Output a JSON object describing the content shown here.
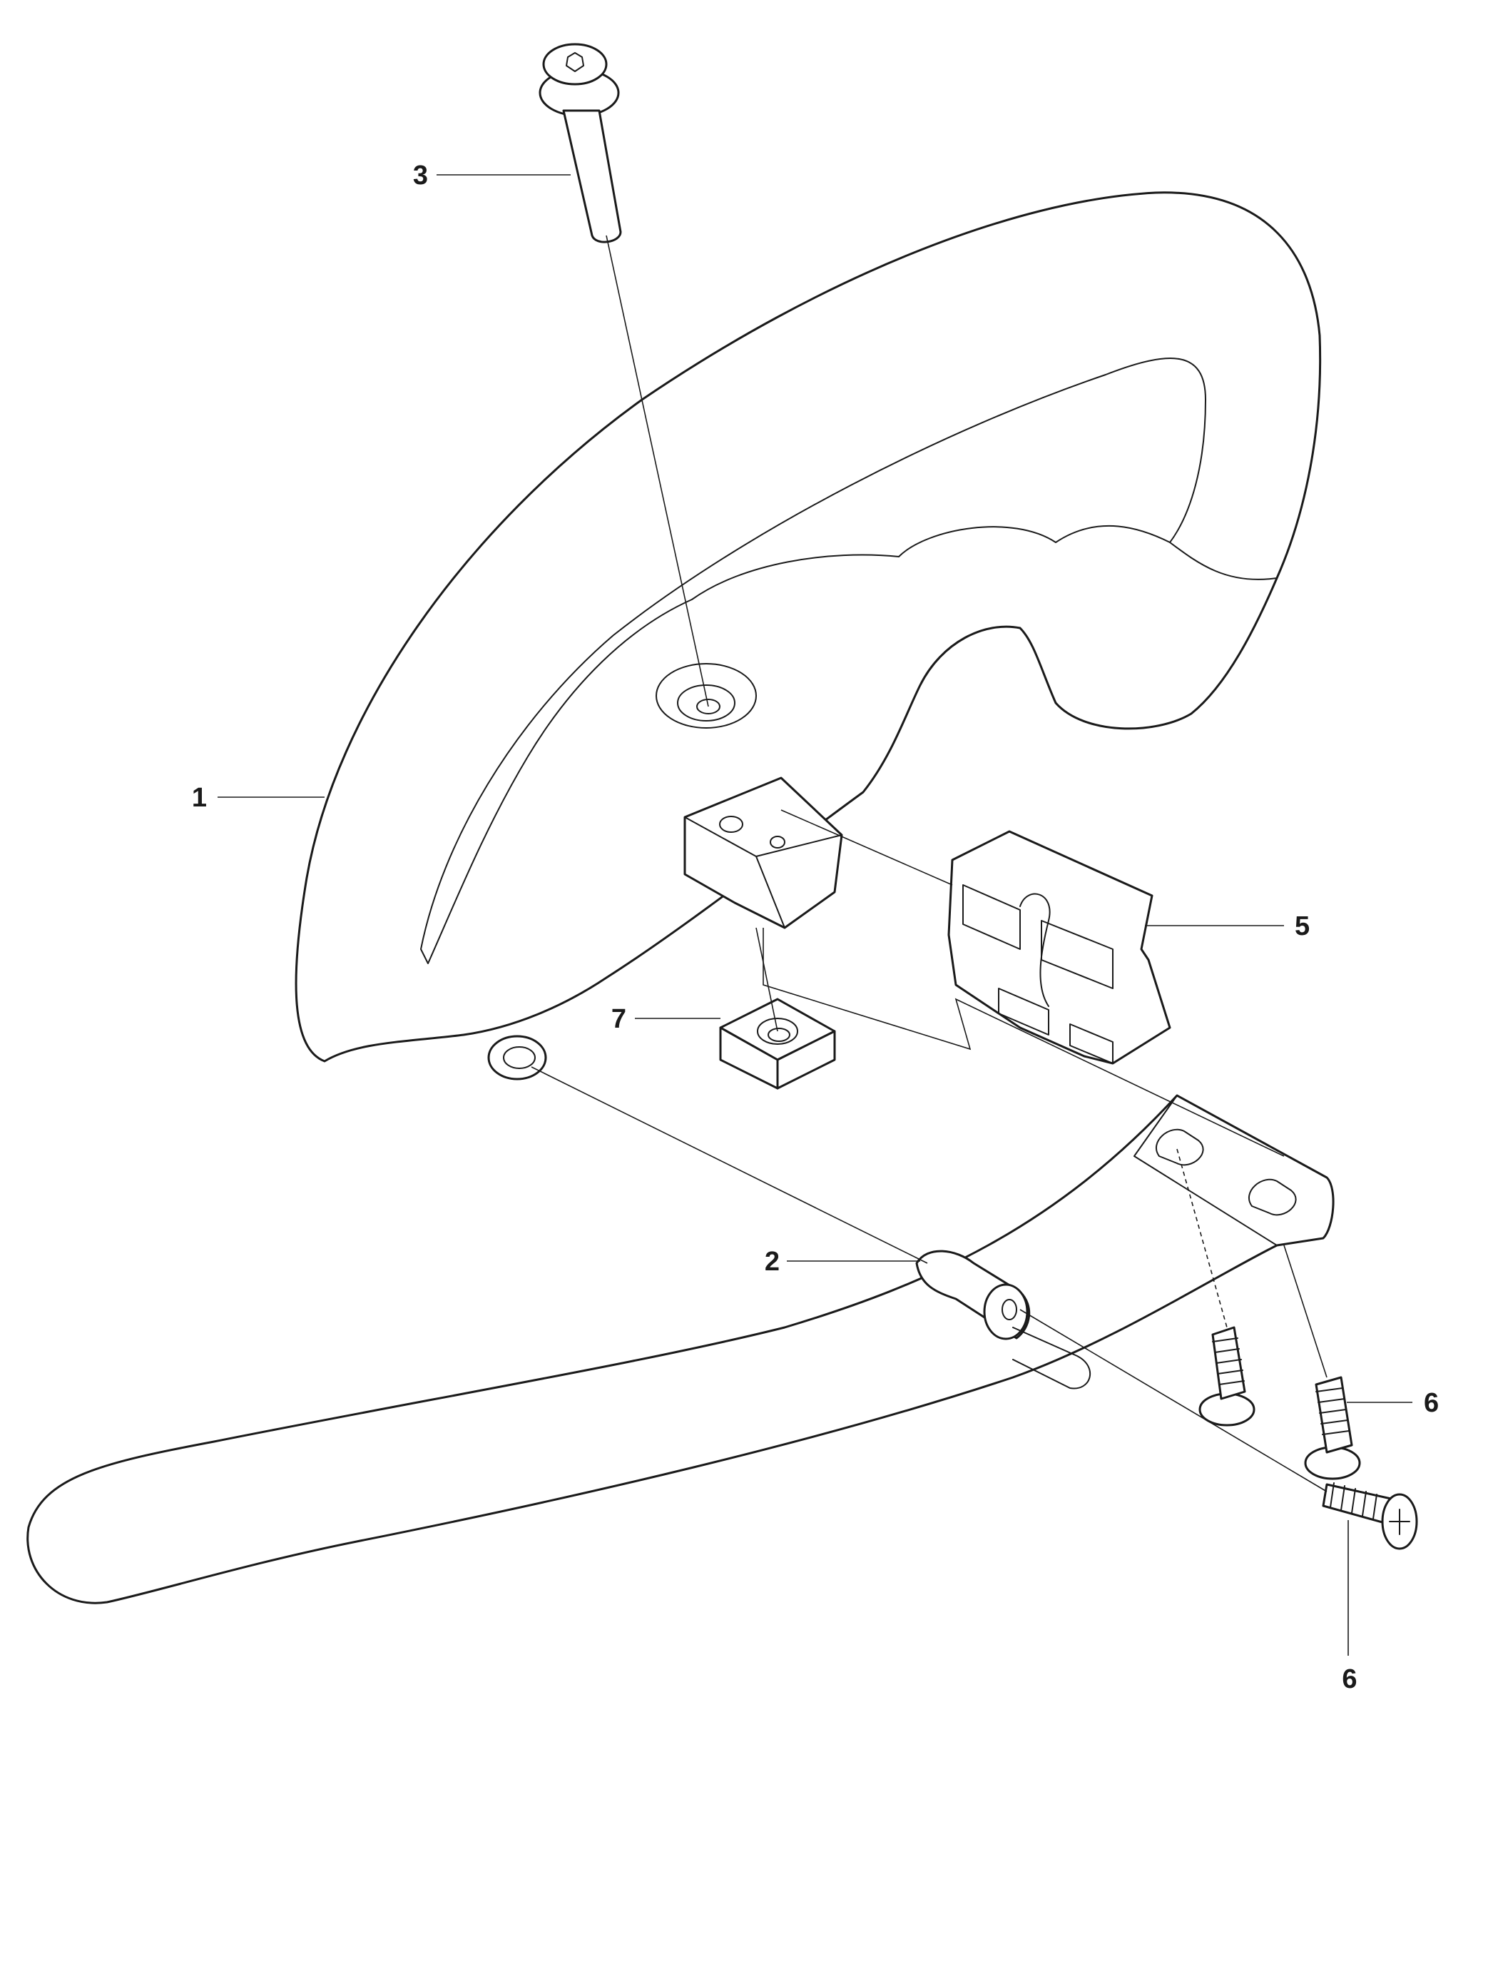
{
  "callouts": {
    "c1": "1",
    "c2": "2",
    "c3": "3",
    "c5": "5",
    "c6a": "6",
    "c6b": "6",
    "c7": "7"
  },
  "colors": {
    "ink": "#1a1a1a",
    "paper": "#ffffff"
  }
}
